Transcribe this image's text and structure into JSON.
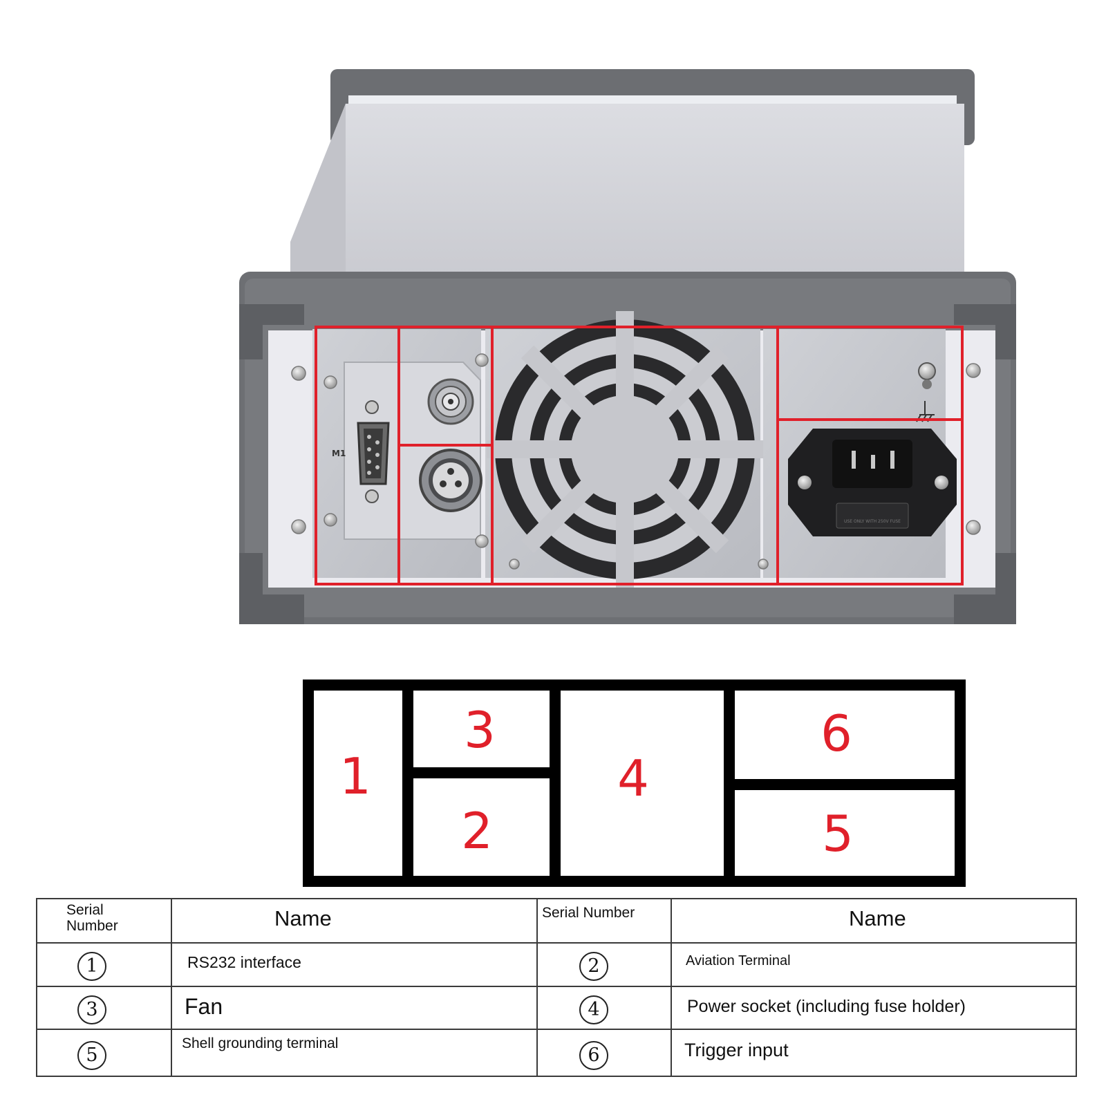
{
  "device_panel": {
    "port_label": "M1",
    "fuse_label": "USE ONLY WITH 250V FUSE"
  },
  "diagram": {
    "regions": [
      {
        "id": "1",
        "label": "1"
      },
      {
        "id": "3",
        "label": "3"
      },
      {
        "id": "2",
        "label": "2"
      },
      {
        "id": "4",
        "label": "4"
      },
      {
        "id": "6",
        "label": "6"
      },
      {
        "id": "5",
        "label": "5"
      }
    ],
    "accent_color": "#e0202a"
  },
  "legend": {
    "header": {
      "serial_left": "Serial Number",
      "name_left": "Name",
      "serial_right": "Serial Number",
      "name_right": "Name"
    },
    "rows": [
      {
        "left_num": "1",
        "left_name": "RS232 interface",
        "right_num": "2",
        "right_name": "Aviation Terminal"
      },
      {
        "left_num": "3",
        "left_name": "Fan",
        "right_num": "4",
        "right_name": "Power socket (including fuse holder)"
      },
      {
        "left_num": "5",
        "left_name": "Shell grounding terminal",
        "right_num": "6",
        "right_name": "Trigger input"
      }
    ]
  }
}
